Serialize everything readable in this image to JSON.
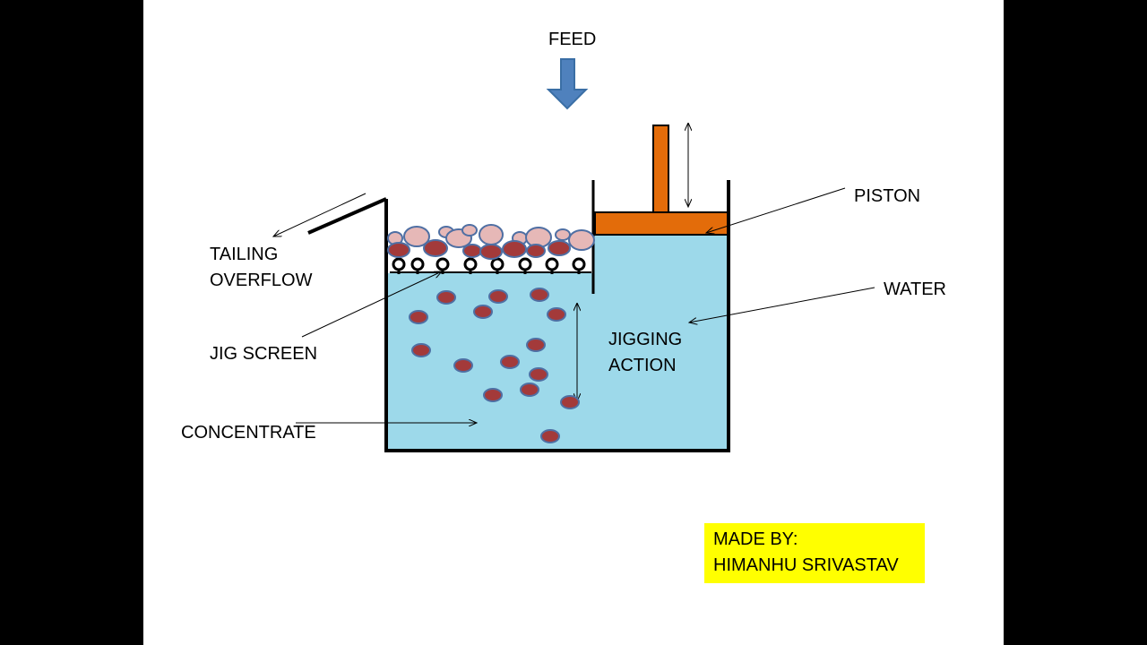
{
  "labels": {
    "feed": "FEED",
    "piston": "PISTON",
    "water": "WATER",
    "tailing_line1": "TAILING",
    "tailing_line2": "OVERFLOW",
    "jig_screen": "JIG SCREEN",
    "jigging_line1": "JIGGING",
    "jigging_line2": "ACTION",
    "concentrate": "CONCENTRATE"
  },
  "credit": {
    "line1": "MADE BY:",
    "line2": "HIMANHU SRIVASTAV"
  },
  "colors": {
    "background": "#000000",
    "slide": "#ffffff",
    "water": "#9dd9ea",
    "piston": "#e36c0a",
    "feed_arrow": "#4f81bd",
    "heavy_particle": "#a33a3a",
    "light_particle": "#e6b8b7",
    "particle_outline": "#4f6fa3",
    "credit_box": "#ffff00"
  }
}
